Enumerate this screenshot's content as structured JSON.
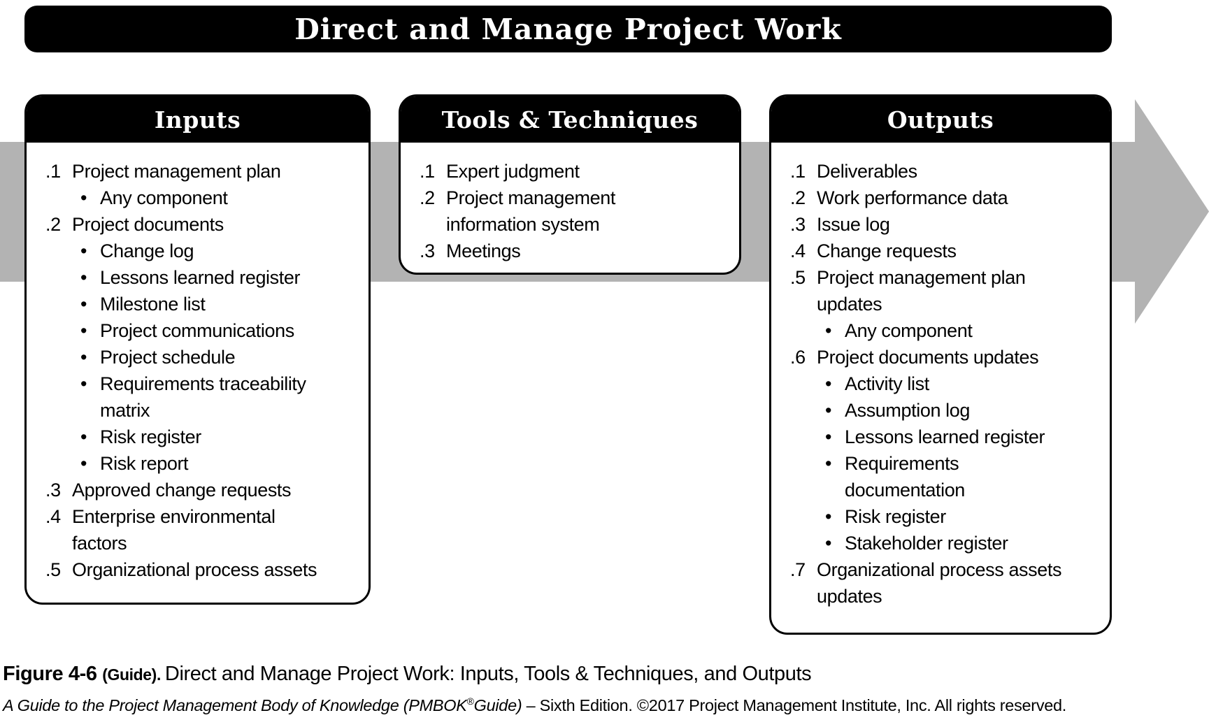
{
  "title": "Direct and Manage Project Work",
  "colors": {
    "band_gray": "#b3b3b3",
    "box_black": "#000000"
  },
  "columns": [
    {
      "header": "Inputs",
      "items": [
        {
          "marker": ".1",
          "text": "Project management plan"
        },
        {
          "marker": "•",
          "text": "Any component"
        },
        {
          "marker": ".2",
          "text": "Project documents"
        },
        {
          "marker": "•",
          "text": "Change log"
        },
        {
          "marker": "•",
          "text": "Lessons learned register"
        },
        {
          "marker": "•",
          "text": "Milestone list"
        },
        {
          "marker": "•",
          "text": "Project communications"
        },
        {
          "marker": "•",
          "text": "Project schedule"
        },
        {
          "marker": "•",
          "text": "Requirements traceability\nmatrix"
        },
        {
          "marker": "•",
          "text": "Risk register"
        },
        {
          "marker": "•",
          "text": "Risk report"
        },
        {
          "marker": ".3",
          "text": "Approved change requests"
        },
        {
          "marker": ".4",
          "text": "Enterprise environmental\nfactors"
        },
        {
          "marker": ".5",
          "text": "Organizational process assets"
        }
      ]
    },
    {
      "header": "Tools & Techniques",
      "items": [
        {
          "marker": ".1",
          "text": "Expert judgment"
        },
        {
          "marker": ".2",
          "text": "Project management\ninformation system"
        },
        {
          "marker": ".3",
          "text": "Meetings"
        }
      ]
    },
    {
      "header": "Outputs",
      "items": [
        {
          "marker": ".1",
          "text": "Deliverables"
        },
        {
          "marker": ".2",
          "text": "Work performance data"
        },
        {
          "marker": ".3",
          "text": "Issue log"
        },
        {
          "marker": ".4",
          "text": "Change requests"
        },
        {
          "marker": ".5",
          "text": "Project management plan\nupdates"
        },
        {
          "marker": "•",
          "text": "Any component"
        },
        {
          "marker": ".6",
          "text": "Project documents updates"
        },
        {
          "marker": "•",
          "text": "Activity list"
        },
        {
          "marker": "•",
          "text": "Assumption log"
        },
        {
          "marker": "•",
          "text": "Lessons learned register"
        },
        {
          "marker": "•",
          "text": "Requirements\ndocumentation"
        },
        {
          "marker": "•",
          "text": "Risk register"
        },
        {
          "marker": "•",
          "text": "Stakeholder register"
        },
        {
          "marker": ".7",
          "text": "Organizational process assets\nupdates"
        }
      ]
    }
  ],
  "caption": {
    "figure_label": "Figure 4-6 ",
    "guide_label": "(Guide). ",
    "text": "Direct and Manage Project Work: Inputs, Tools & Techniques, and Outputs"
  },
  "source_line": {
    "italic_1": "A Guide to the Project Management Body of Knowledge (PMBOK",
    "reg_mark": "®",
    "italic_2": "Guide)",
    "regular": " – Sixth Edition. ©2017 Project Management Institute, Inc. All rights reserved."
  }
}
